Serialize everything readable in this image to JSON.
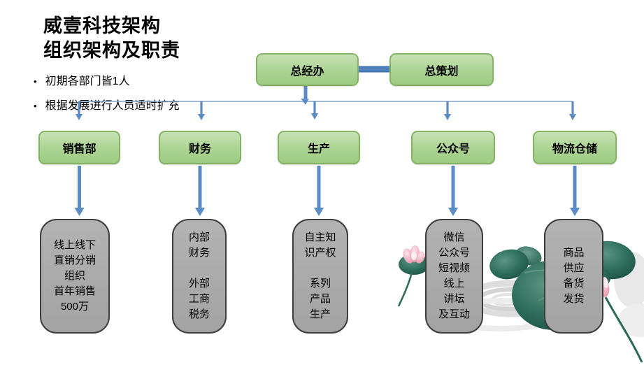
{
  "slide": {
    "title": {
      "line1": "威壹科技架构",
      "line2": "组织架构及职责"
    },
    "bullets": {
      "marker": "•",
      "b1": "初期各部门皆1人",
      "b2": "根据发展进行人员适时扩充"
    }
  },
  "org_chart": {
    "top_row": {
      "general_office": {
        "label": "总经办"
      },
      "chief_planning": {
        "label": "总策划"
      }
    },
    "departments": {
      "sales": {
        "label": "销售部",
        "duties": "线上线下\n直销分销\n组织\n首年销售\n500万"
      },
      "finance": {
        "label": "财务",
        "duties": "内部\n财务\n\n外部\n工商\n税务"
      },
      "production": {
        "label": "生产",
        "duties": "自主知\n识产权\n\n系列\n产品\n生产"
      },
      "wechat": {
        "label": "公众号",
        "duties": "微信\n公众号\n短视频\n线上\n讲坛\n及互动"
      },
      "logistics": {
        "label": "物流仓储",
        "duties": "商品\n供应\n备货\n发货"
      }
    }
  },
  "icons": {
    "decoration": "lotus-ink-painting"
  },
  "colors": {
    "node_green_fill": "#a9d18e",
    "node_green_border": "#85b364",
    "duty_gray_fill": "#a8a8a8",
    "duty_gray_border": "#3d3d3d",
    "arrow_blue": "#5b8bc4",
    "connector_line_blue": "#7ba2cc",
    "thick_link_blue": "#4f81bd",
    "text": "#000000"
  }
}
